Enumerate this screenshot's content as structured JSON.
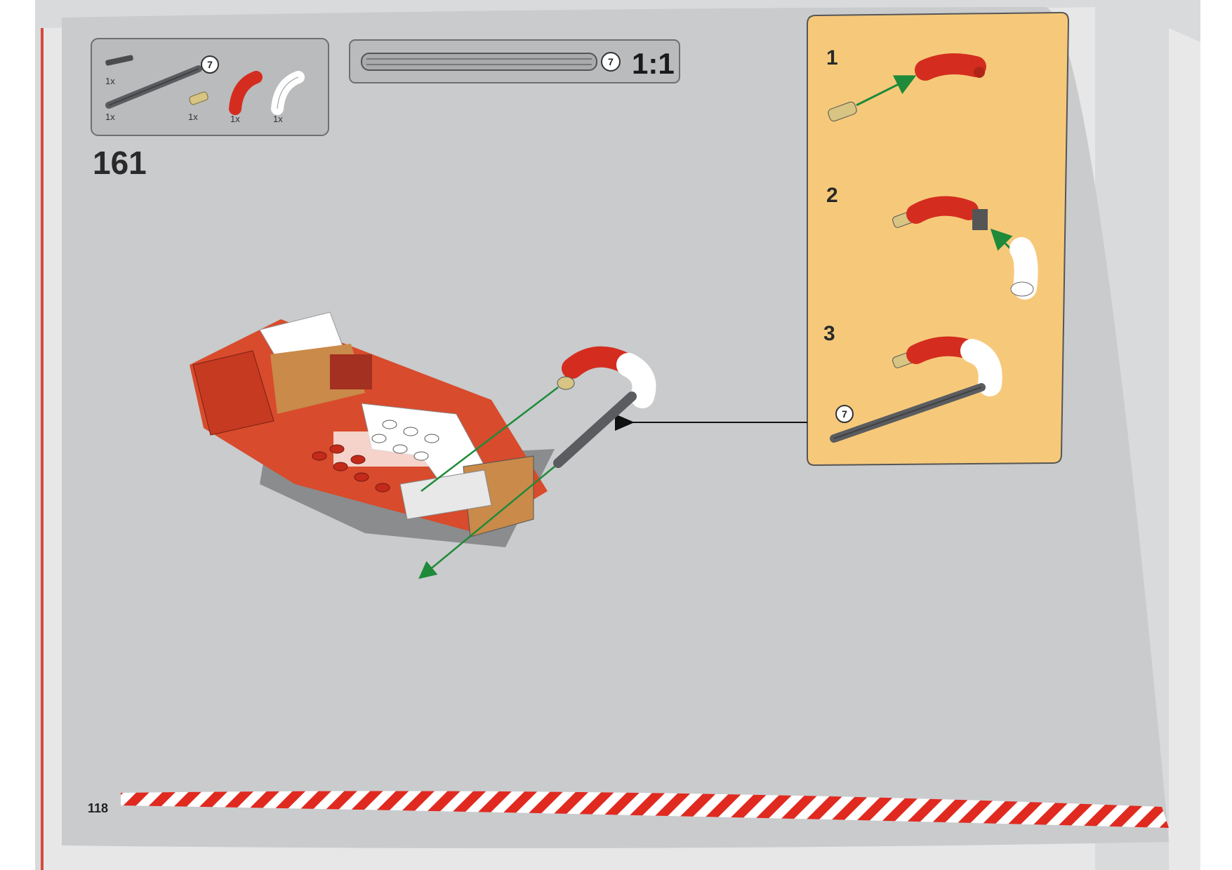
{
  "page": {
    "step_number": "161",
    "page_number": "118",
    "scale_label": "1:1"
  },
  "parts_list": {
    "items": [
      {
        "qty": "1x",
        "part": "small-axle-pin-icon",
        "color": "#4a4c4e"
      },
      {
        "qty": "1x",
        "part": "long-axle-icon",
        "color": "#5a5c5f",
        "length_badge": "7"
      },
      {
        "qty": "1x",
        "part": "tan-pin-icon",
        "color": "#d8c483"
      },
      {
        "qty": "1x",
        "part": "red-curved-tube-icon",
        "color": "#d42d1f"
      },
      {
        "qty": "1x",
        "part": "white-curved-tube-icon",
        "color": "#ffffff"
      }
    ]
  },
  "ruler": {
    "length_badge": "7"
  },
  "sub_assembly": {
    "background": "#f6c97a",
    "steps": [
      {
        "number": "1"
      },
      {
        "number": "2"
      },
      {
        "number": "3",
        "length_badge": "7"
      }
    ]
  },
  "colors": {
    "page_bg": "#c9cbcd",
    "panel_bg": "#b9bbbd",
    "arrow": "#1e8a3a",
    "red_part": "#d42d1f",
    "stripe_red": "#e02a20"
  }
}
